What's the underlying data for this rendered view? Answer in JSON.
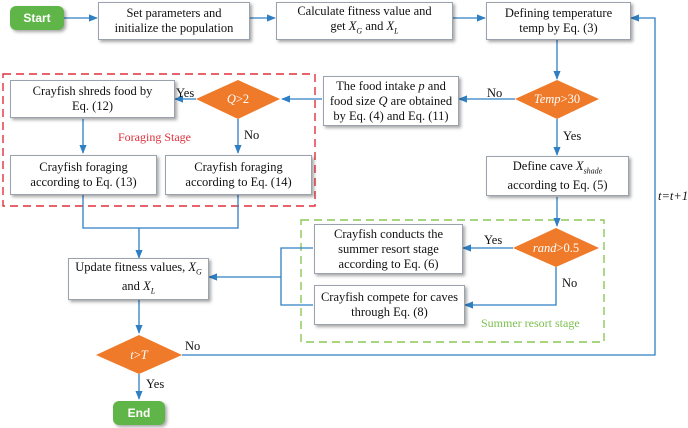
{
  "start": "Start",
  "end": "End",
  "set_params": {
    "line1": "Set parameters and",
    "line2": "initialize the population"
  },
  "calc_fitness": {
    "line1": "Calculate fitness value and",
    "line2_pre": "get ",
    "xg": "X",
    "xg_sub": "G",
    "and": " and ",
    "xl": "X",
    "xl_sub": "L"
  },
  "define_temp": {
    "line1": "Defining temperature",
    "line2": "temp by Eq. (3)"
  },
  "temp_decision": {
    "var": "Temp",
    "op": ">30"
  },
  "food_intake": {
    "line1_pre": "The food intake ",
    "p": "p",
    "line1_post": " and",
    "line2_pre": "food size ",
    "q": "Q",
    "line2_post": " are obtained",
    "line3": "by Eq. (4) and Eq. (11)"
  },
  "q_decision": {
    "var": "Q",
    "op": ">2"
  },
  "shreds": {
    "line1": "Crayfish shreds food by",
    "line2": "Eq. (12)"
  },
  "foraging13": {
    "line1": "Crayfish foraging",
    "line2": "according to Eq. (13)"
  },
  "foraging14": {
    "line1": "Crayfish foraging",
    "line2": "according to Eq. (14)"
  },
  "foraging_stage": "Foraging Stage",
  "define_cave": {
    "line1_pre": "Define cave ",
    "x": "X",
    "x_sub": "shade",
    "line2": "according to Eq. (5)"
  },
  "rand_decision": {
    "var": "rand",
    "op": ">0.5"
  },
  "summer_resort": {
    "line1": "Crayfish conducts the",
    "line2": "summer resort stage",
    "line3": "according to Eq. (6)"
  },
  "compete": {
    "line1": "Crayfish compete for caves",
    "line2": "through Eq. (8)"
  },
  "summer_stage": "Summer resort stage",
  "update": {
    "line1_pre": "Update fitness values, ",
    "xg": "X",
    "xg_sub": "G",
    "line2_pre": "and ",
    "xl": "X",
    "xl_sub": "L"
  },
  "t_decision": {
    "var": "t",
    "op": ">",
    "var2": "T"
  },
  "labels": {
    "yes": "Yes",
    "no": "No",
    "t_update": "t=t+1"
  },
  "colors": {
    "terminal": "#5fb548",
    "decision": "#ef7a2a",
    "arrow": "#2f7fc4",
    "foraging_border": "#e0303a",
    "summer_border": "#8cc957"
  }
}
